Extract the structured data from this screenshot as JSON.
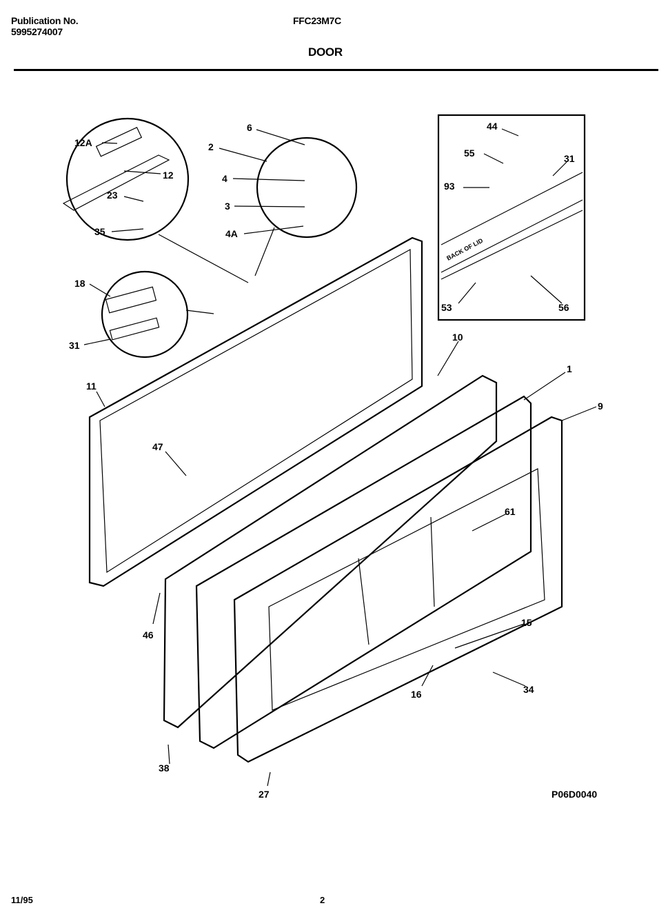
{
  "header": {
    "publication_label": "Publication No.",
    "publication_number": "5995274007",
    "model": "FFC23M7C",
    "section_title": "DOOR"
  },
  "diagram": {
    "drawing_code": "P06D0040",
    "callouts": [
      "6",
      "2",
      "12A",
      "12",
      "4",
      "23",
      "3",
      "35",
      "4A",
      "18",
      "31",
      "10",
      "11",
      "1",
      "9",
      "47",
      "61",
      "46",
      "15",
      "16",
      "34",
      "38",
      "27"
    ],
    "inset": {
      "callouts": [
        "44",
        "55",
        "31",
        "93",
        "53",
        "56"
      ],
      "panel_text": "BACK OF LID"
    }
  },
  "footer": {
    "date": "11/95",
    "page": "2"
  }
}
